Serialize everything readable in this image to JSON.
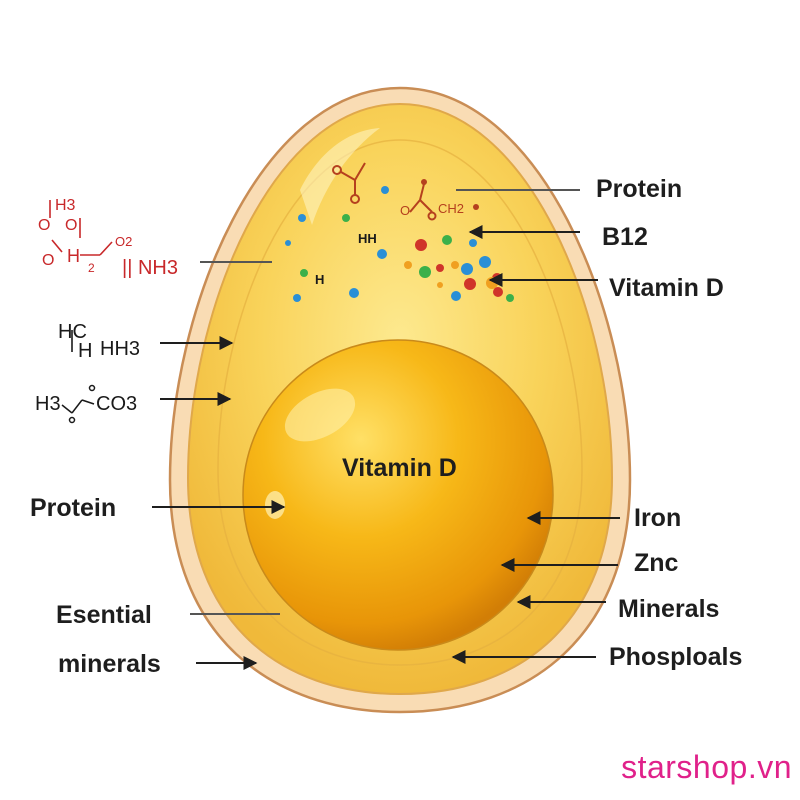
{
  "labels": {
    "protein_top": "Protein",
    "b12": "B12",
    "vitamin_d_right": "Vitamin D",
    "vitamin_d_center": "Vitamin D",
    "protein_left": "Protein",
    "essential": "Esential",
    "minerals_left": "minerals",
    "iron": "Iron",
    "znc": "Znc",
    "minerals_right": "Minerals",
    "phosploals": "Phosploals"
  },
  "chemistry": {
    "red_h3": "H3",
    "red_o1": "O",
    "red_o2": "O",
    "red_o3": "O",
    "red_h": "H",
    "red_2": "2",
    "red_o2sup": "O2",
    "red_nh3": "|| NH3",
    "hc": "HC",
    "h": "H",
    "hh3": "HH3",
    "h3": "H3",
    "co3": "CO3",
    "white_hh": "HH",
    "white_h": "H",
    "mol_ch2": "CH2",
    "mol_o": "O"
  },
  "colors": {
    "shell_outer": "#d9a06a",
    "shell_fill": "#f9dcb4",
    "white_fill": "#f7c94a",
    "yolk": "#f2a812",
    "text": "#1e1e1e",
    "watermark": "#e0218a"
  },
  "watermark": "starshop.vn"
}
